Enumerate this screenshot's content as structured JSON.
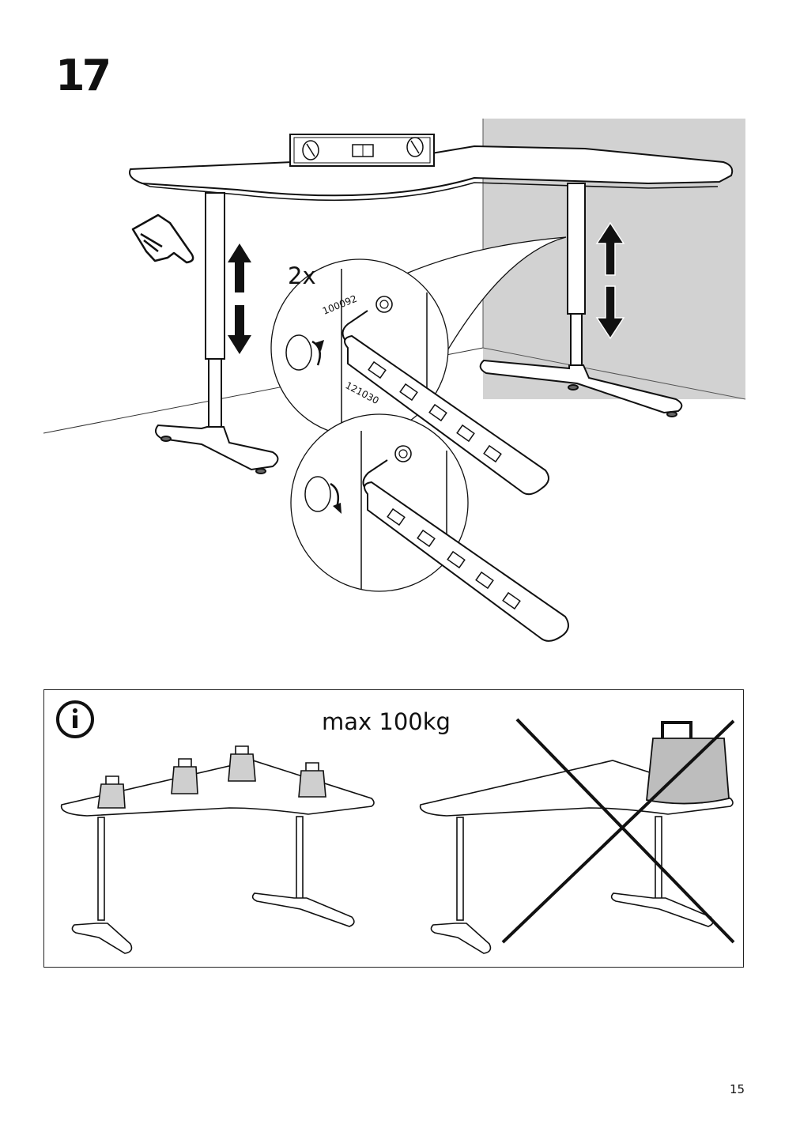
{
  "step": {
    "number": "17"
  },
  "detail": {
    "quantity": "2x",
    "part_top": "100092",
    "part_bottom": "121030"
  },
  "info": {
    "icon": "info-icon",
    "max_label": "max 100kg"
  },
  "footer": {
    "page_number": "15"
  }
}
